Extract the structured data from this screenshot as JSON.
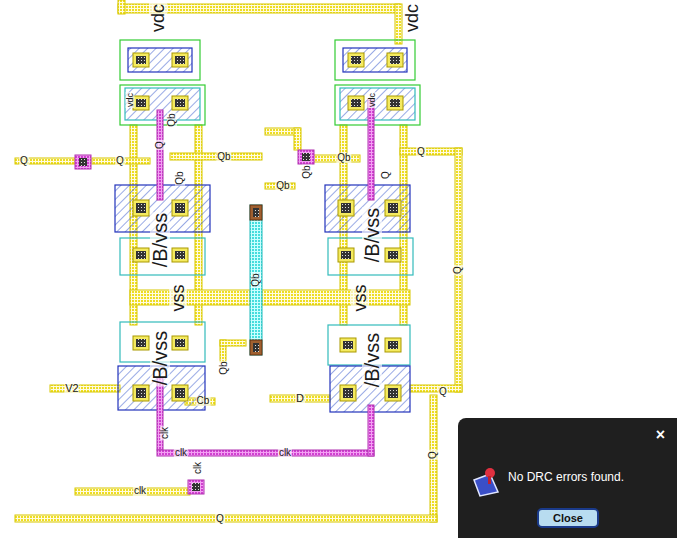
{
  "diagram": {
    "nodes": [
      {
        "text": [
          "×",
          "No DRC errors found."
        ]
      },
      {
        "text": [
          "Close"
        ],
        "in": 0
      }
    ],
    "labels": [
      "vdc",
      "vdc",
      "vdc",
      "vdc",
      "Q",
      "Q",
      "Q",
      "Qb",
      "Qb",
      "Qb",
      "Qb",
      "Qb",
      "Qb",
      "Q",
      "Q",
      "Q",
      "Q",
      "Q",
      "Q",
      "Qb",
      "Qb",
      "/B/vss",
      "vss",
      "vss",
      "/B/vss",
      "/B/vss",
      "/B/vss",
      "V2",
      "Cb",
      "D",
      "clk",
      "clk",
      "clk",
      "clk",
      "clk"
    ]
  }
}
